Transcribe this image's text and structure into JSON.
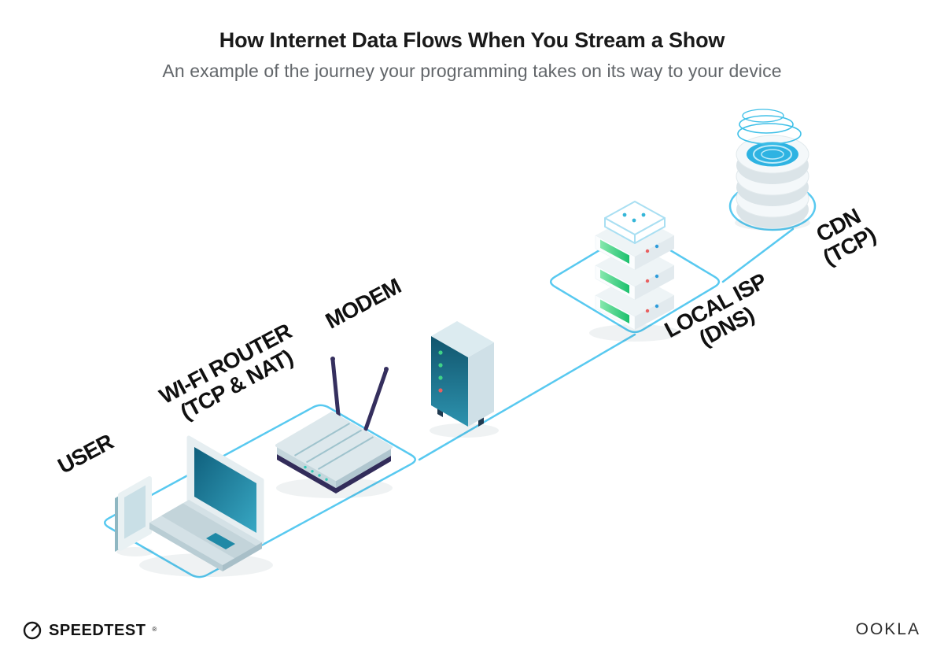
{
  "header": {
    "title": "How Internet Data Flows When You Stream a Show",
    "subtitle": "An example of the journey your programming takes on its way to your device"
  },
  "diagram": {
    "nodes": [
      {
        "id": "user",
        "line1": "USER"
      },
      {
        "id": "wifi-router",
        "line1": "WI-FI ROUTER",
        "line2": "(TCP & NAT)"
      },
      {
        "id": "modem",
        "line1": "MODEM"
      },
      {
        "id": "local-isp",
        "line1": "LOCAL ISP",
        "line2": "(DNS)"
      },
      {
        "id": "cdn",
        "line1": "CDN",
        "line2": "(TCP)"
      }
    ]
  },
  "footer": {
    "speedtest_label": "SPEEDTEST",
    "speedtest_reg": "®",
    "ookla_label": "OOKLA"
  },
  "colors": {
    "connector_line": "#58C9F0",
    "device_teal": "#17708E",
    "led_green": "#40D387",
    "led_red": "#E96060",
    "accent_navy": "#352F5E",
    "title_text": "#1A1A1A",
    "subtitle_text": "#62666A"
  }
}
